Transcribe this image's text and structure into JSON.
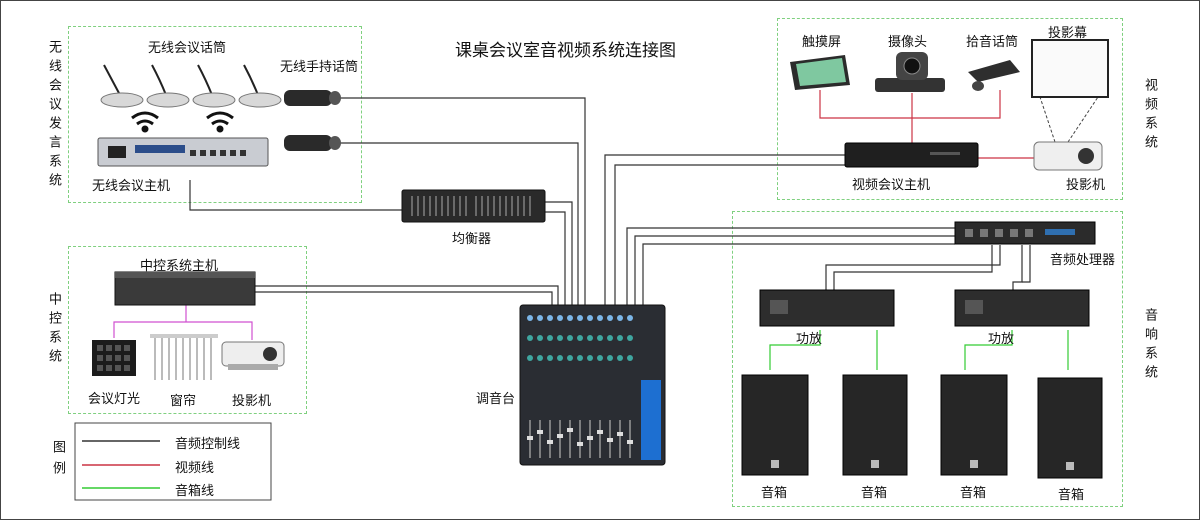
{
  "title": "课桌会议室音视频系统连接图",
  "zones": {
    "wireless": "无线会议发言系统",
    "control": "中控系统",
    "video": "视频系统",
    "audio": "音响系统"
  },
  "devices": {
    "wireless_mic": "无线会议话筒",
    "handheld_mic": "无线手持话筒",
    "wireless_host": "无线会议主机",
    "equalizer": "均衡器",
    "mixer": "调音台",
    "control_host": "中控系统主机",
    "lighting": "会议灯光",
    "curtain": "窗帘",
    "projector_ctrl": "投影机",
    "touchscreen": "触摸屏",
    "camera": "摄像头",
    "pickup_mic": "拾音话筒",
    "screen": "投影幕",
    "video_host": "视频会议主机",
    "projector_video": "投影机",
    "processor": "音频处理器",
    "amp_left": "功放",
    "amp_right": "功放",
    "speaker_1": "音箱",
    "speaker_2": "音箱",
    "speaker_3": "音箱",
    "speaker_4": "音箱"
  },
  "legend": {
    "title": "图例",
    "items": [
      {
        "label": "音频控制线",
        "color": "#333333"
      },
      {
        "label": "视频线",
        "color": "#cc3344"
      },
      {
        "label": "音箱线",
        "color": "#33cc33"
      }
    ]
  }
}
